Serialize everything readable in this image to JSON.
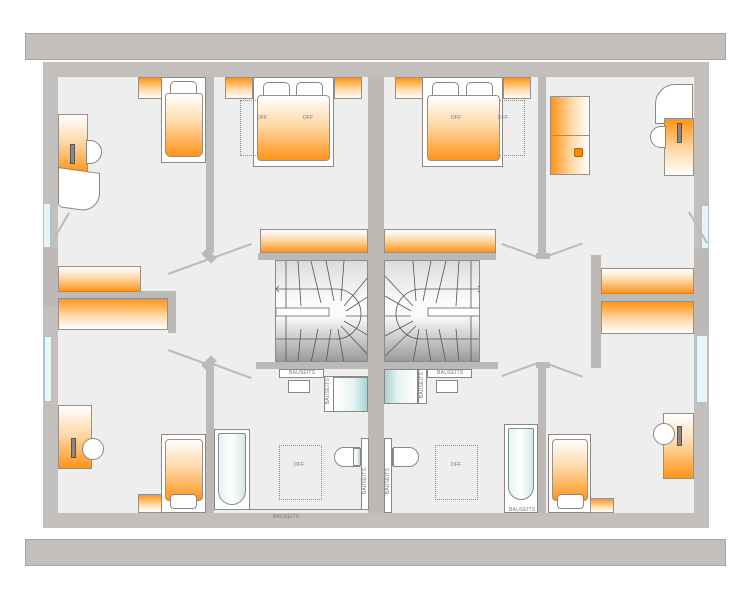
{
  "plan": {
    "type": "floor-plan",
    "description": "Top floor (attic) of a semi-detached house, mirrored left and right units",
    "colors": {
      "wall": "#bdb9b6",
      "roof_edge": "#c3bfbc",
      "floor": "#eeeeee",
      "furniture_accent": "#ff9418",
      "sanitary_accent": "#a9d2d2"
    }
  },
  "labels": {
    "left": {
      "bed_double_1": "DFF",
      "bed_double_2": "DFF",
      "bath_window_area": "DFF",
      "sink_label": "BAUSEITS",
      "shower_label": "BAUSEITS",
      "wc_label": "BAUSEITS",
      "bath_bottom_label": "BAUSEITS"
    },
    "right": {
      "bed_double_1": "DFF",
      "bed_double_2": "DFF",
      "bath_window_area": "DFF",
      "sink_label": "BAUSEITS",
      "shower_label": "BAUSEITS",
      "wc_label": "BAUSEITS",
      "tub_label": "BAUSEITS"
    }
  },
  "rooms": [
    {
      "id": "left-top-office",
      "furniture": [
        "desk",
        "chair"
      ]
    },
    {
      "id": "left-top-kids",
      "furniture": [
        "single-bed",
        "nightstand"
      ]
    },
    {
      "id": "left-master-bedroom",
      "furniture": [
        "double-bed",
        "nightstands"
      ]
    },
    {
      "id": "left-hall",
      "furniture": [
        "wardrobe",
        "wardrobe"
      ]
    },
    {
      "id": "left-staircase",
      "furniture": [
        "stairs",
        "cabinet"
      ]
    },
    {
      "id": "left-bottom-office",
      "furniture": [
        "desk",
        "chair",
        "single-bed"
      ]
    },
    {
      "id": "left-bathroom",
      "furniture": [
        "bathtub",
        "sink",
        "shower",
        "wc"
      ]
    },
    {
      "id": "right-master-bedroom",
      "furniture": [
        "double-bed",
        "nightstands"
      ]
    },
    {
      "id": "right-top-living",
      "furniture": [
        "sofa",
        "desk",
        "chair"
      ]
    },
    {
      "id": "right-hall",
      "furniture": [
        "wardrobe",
        "wardrobe"
      ]
    },
    {
      "id": "right-staircase",
      "furniture": [
        "stairs",
        "cabinet"
      ]
    },
    {
      "id": "right-bathroom",
      "furniture": [
        "bathtub",
        "sink",
        "shower",
        "wc"
      ]
    },
    {
      "id": "right-bottom-office",
      "furniture": [
        "desk",
        "chair",
        "single-bed"
      ]
    }
  ]
}
